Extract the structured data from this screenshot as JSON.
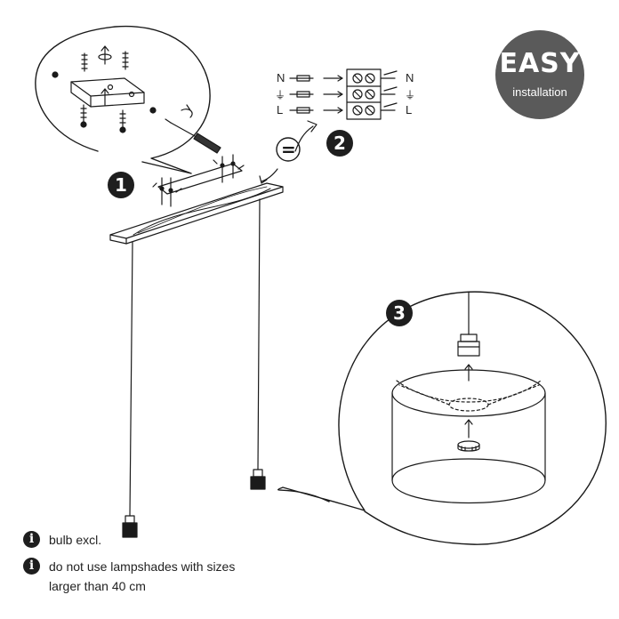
{
  "badge": {
    "title": "EASY",
    "subtitle": "installation"
  },
  "steps": [
    "1",
    "2",
    "3"
  ],
  "wiring": {
    "left_labels": [
      "N",
      "⏚",
      "L"
    ],
    "right_labels": [
      "N",
      "⏚",
      "L"
    ],
    "equals_symbol": "="
  },
  "notes": [
    {
      "icon": "i",
      "text": "bulb excl."
    },
    {
      "icon": "i",
      "text": "do not use lampshades with sizes",
      "continuation": "larger than 40 cm"
    }
  ]
}
